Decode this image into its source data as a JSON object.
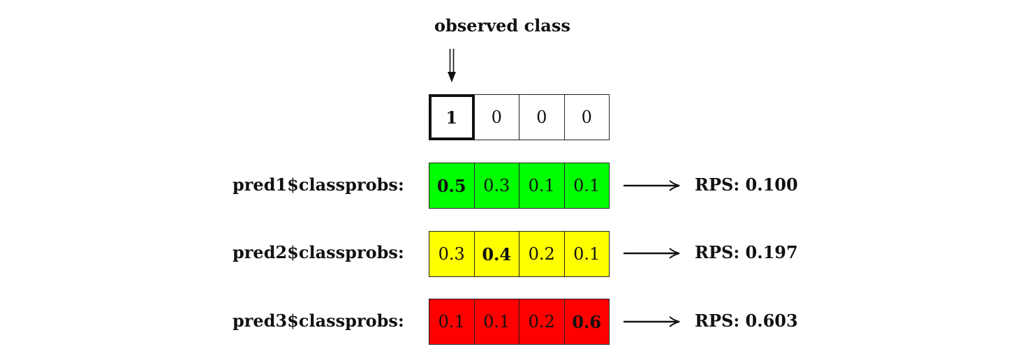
{
  "header": {
    "title": "observed class"
  },
  "observed": {
    "values": [
      "1",
      "0",
      "0",
      "0"
    ],
    "observed_index": 0
  },
  "predictions": [
    {
      "label": "pred1$classprobs:",
      "values": [
        "0.5",
        "0.3",
        "0.1",
        "0.1"
      ],
      "bold_index": 0,
      "color": "#00ff00",
      "score": "RPS: 0.100"
    },
    {
      "label": "pred2$classprobs:",
      "values": [
        "0.3",
        "0.4",
        "0.2",
        "0.1"
      ],
      "bold_index": 1,
      "color": "#ffff00",
      "score": "RPS: 0.197"
    },
    {
      "label": "pred3$classprobs:",
      "values": [
        "0.1",
        "0.1",
        "0.2",
        "0.6"
      ],
      "bold_index": 3,
      "color": "#ff0000",
      "score": "RPS: 0.603"
    }
  ]
}
